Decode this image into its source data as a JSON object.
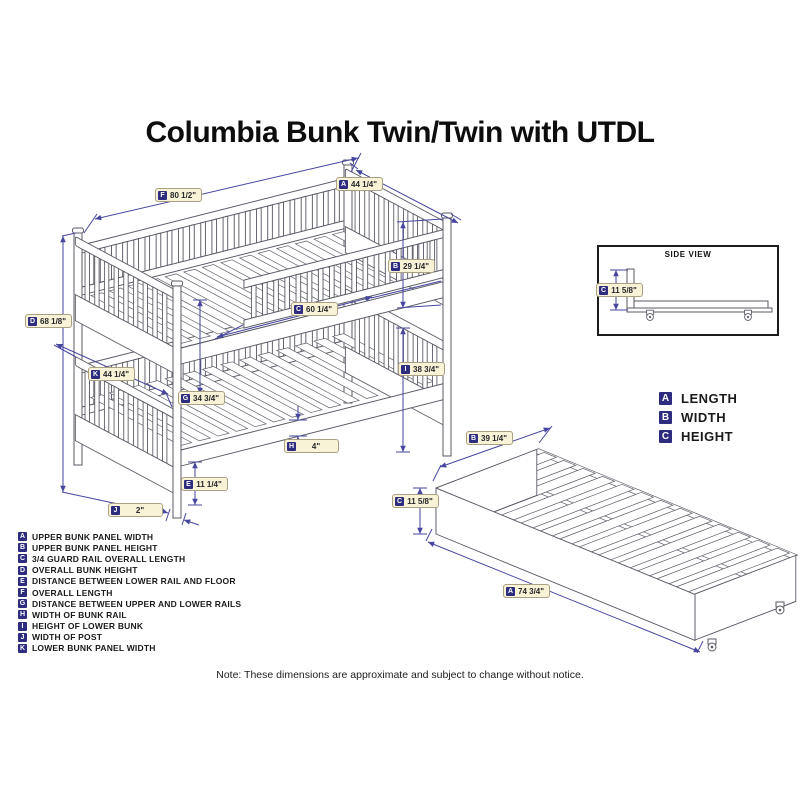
{
  "title": "Columbia Bunk Twin/Twin with UTDL",
  "side_view": {
    "title": "SIDE VIEW"
  },
  "abc_legend": {
    "items": [
      {
        "letter": "A",
        "label": "LENGTH"
      },
      {
        "letter": "B",
        "label": "WIDTH"
      },
      {
        "letter": "C",
        "label": "HEIGHT"
      }
    ]
  },
  "key": {
    "items": [
      {
        "letter": "A",
        "label": "UPPER BUNK PANEL WIDTH"
      },
      {
        "letter": "B",
        "label": "UPPER BUNK PANEL HEIGHT"
      },
      {
        "letter": "C",
        "label": "3/4 GUARD RAIL OVERALL LENGTH"
      },
      {
        "letter": "D",
        "label": "OVERALL BUNK HEIGHT"
      },
      {
        "letter": "E",
        "label": "DISTANCE BETWEEN LOWER RAIL AND FLOOR"
      },
      {
        "letter": "F",
        "label": "OVERALL LENGTH"
      },
      {
        "letter": "G",
        "label": "DISTANCE BETWEEN UPPER AND LOWER RAILS"
      },
      {
        "letter": "H",
        "label": "WIDTH OF BUNK RAIL"
      },
      {
        "letter": "I",
        "label": "HEIGHT OF LOWER BUNK"
      },
      {
        "letter": "J",
        "label": "WIDTH OF POST"
      },
      {
        "letter": "K",
        "label": "LOWER BUNK PANEL WIDTH"
      }
    ]
  },
  "note": "Note: These dimensions are approximate and subject to change without notice.",
  "dims": {
    "bunk": [
      {
        "letter": "F",
        "value": "80 1/2\""
      },
      {
        "letter": "A",
        "value": "44 1/4\""
      },
      {
        "letter": "B",
        "value": "29 1/4\""
      },
      {
        "letter": "C",
        "value": "60 1/4\""
      },
      {
        "letter": "D",
        "value": "68 1/8\""
      },
      {
        "letter": "K",
        "value": "44 1/4\""
      },
      {
        "letter": "G",
        "value": "34 3/4\""
      },
      {
        "letter": "I",
        "value": "38 3/4\""
      },
      {
        "letter": "H",
        "value": "4\""
      },
      {
        "letter": "E",
        "value": "11 1/4\""
      },
      {
        "letter": "J",
        "value": "2\""
      }
    ],
    "trundle": [
      {
        "letter": "B",
        "value": "39 1/4\""
      },
      {
        "letter": "C",
        "value": "11 5/8\""
      },
      {
        "letter": "A",
        "value": "74 3/4\""
      }
    ],
    "side_view": [
      {
        "letter": "C",
        "value": "11 5/8\""
      }
    ]
  },
  "colors": {
    "dimension_line": "#4646a0",
    "label_background": "#f8f3d6",
    "letter_chip": "#2e2c7e",
    "line_art": "#5a5a66"
  }
}
